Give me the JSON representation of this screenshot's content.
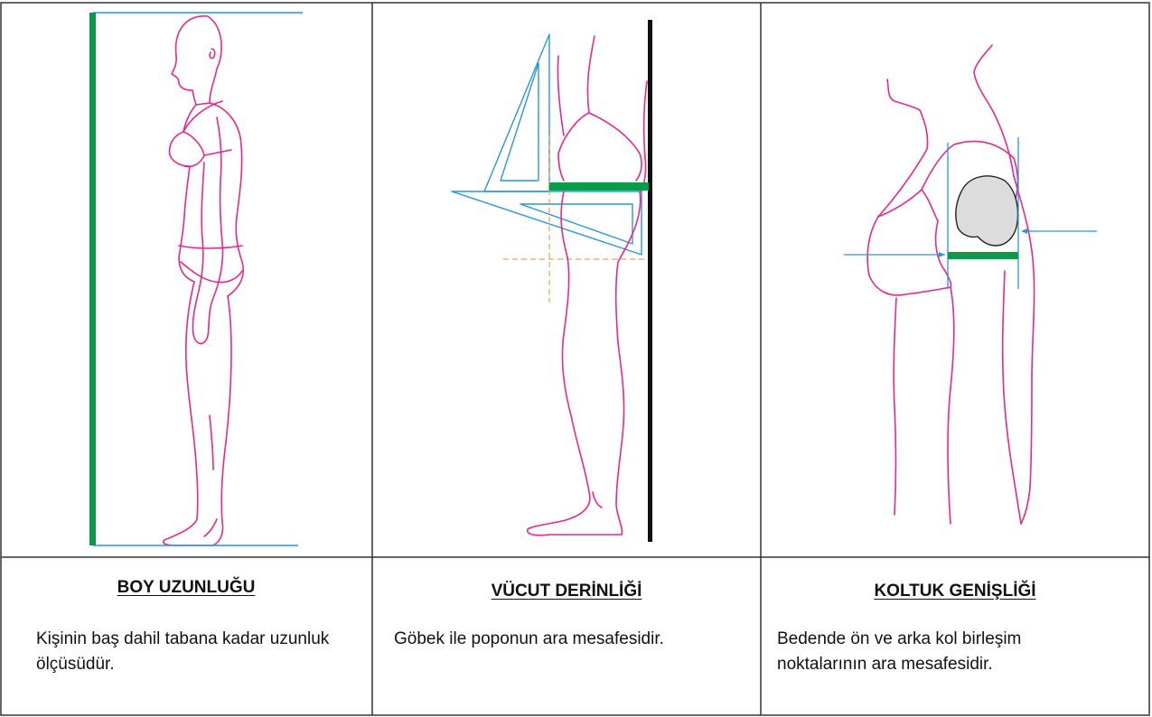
{
  "panels": [
    {
      "title": "BOY UZUNLUĞU",
      "description": "Kişinin baş dahil tabana kadar uzunluk ölçüsüdür."
    },
    {
      "title": "VÜCUT DERİNLİĞİ",
      "description": "Göbek ile poponun ara mesafesidir."
    },
    {
      "title": "KOLTUK GENİŞLİĞİ",
      "description": "Bedende ön ve arka kol birleşim noktalarının ara mesafesidir."
    }
  ],
  "colors": {
    "figure_outline": "#e6288c",
    "measurement_bar": "#0a9a48",
    "guide_line": "#2a96d8",
    "helper_dash": "#f0a040",
    "wall": "#111111",
    "arm_fill": "#dcdcdc"
  }
}
